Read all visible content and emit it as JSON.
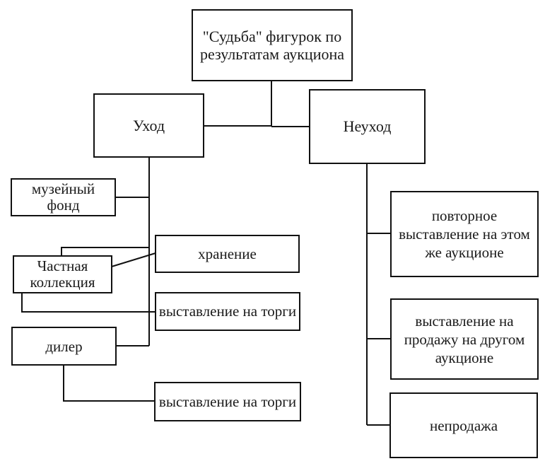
{
  "diagram": {
    "root": {
      "label": "\"Судьба\" фигурок по результатам аукциона"
    },
    "branches": {
      "leave": {
        "label": "Уход",
        "children": [
          {
            "label": "музейный фонд"
          },
          {
            "label": "Частная коллекция"
          },
          {
            "label": "хранение"
          },
          {
            "label": "выставление на торги"
          },
          {
            "label": "дилер"
          },
          {
            "label": "выставление на торги"
          }
        ]
      },
      "no_leave": {
        "label": "Неуход",
        "children": [
          {
            "label": "повторное выставление на этом же аукционе"
          },
          {
            "label": "выставление на продажу на другом аукционе"
          },
          {
            "label": "непродажа"
          }
        ]
      }
    }
  }
}
